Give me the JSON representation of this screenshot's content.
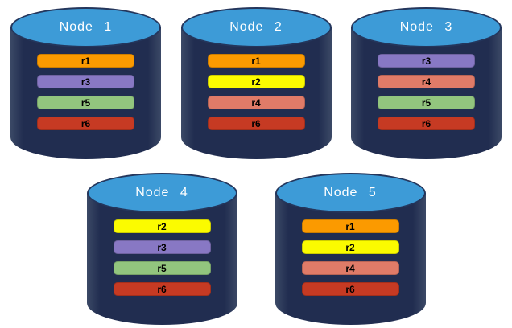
{
  "colors": {
    "canvas_bg": "#FFFFFF",
    "cylinder_body": "#212D50",
    "cylinder_edge_highlight": "#3B4966",
    "cylinder_top_fill": "#3D9BD7",
    "cylinder_top_border": "#24365C",
    "node_title_color": "#FFFFFF",
    "bar_label_color": "#000000"
  },
  "replica_colors": {
    "r1": "#FB9A00",
    "r2": "#FBFB00",
    "r3": "#8878C4",
    "r4": "#E07B68",
    "r5": "#92C57E",
    "r6": "#C63A23"
  },
  "nodes": [
    {
      "id": "node-1",
      "title": "Node 1",
      "replicas": [
        "r1",
        "r3",
        "r5",
        "r6"
      ]
    },
    {
      "id": "node-2",
      "title": "Node 2",
      "replicas": [
        "r1",
        "r2",
        "r4",
        "r6"
      ]
    },
    {
      "id": "node-3",
      "title": "Node 3",
      "replicas": [
        "r3",
        "r4",
        "r5",
        "r6"
      ]
    },
    {
      "id": "node-4",
      "title": "Node 4",
      "replicas": [
        "r2",
        "r3",
        "r5",
        "r6"
      ]
    },
    {
      "id": "node-5",
      "title": "Node 5",
      "replicas": [
        "r1",
        "r2",
        "r4",
        "r6"
      ]
    }
  ],
  "layout": {
    "rows": [
      [
        0,
        1,
        2
      ],
      [
        3,
        4
      ]
    ]
  }
}
